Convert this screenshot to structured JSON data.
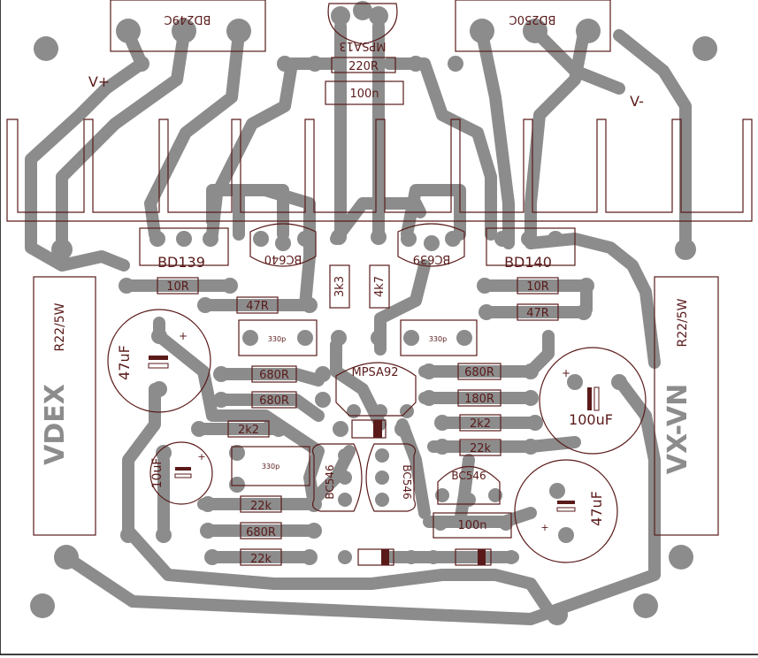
{
  "colors": {
    "background": "#ffffff",
    "trace": "#8c8c8c",
    "outline": "#5a1a1a",
    "border": "#000000"
  },
  "labels": {
    "bd249c": "BD249C",
    "bd250c": "BD250C",
    "mpsa13": "MPSA13",
    "r_220r": "220R",
    "c_100n_top": "100n",
    "v_plus": "V+",
    "v_minus": "V-",
    "bd139": "BD139",
    "bc640": "BC640",
    "bc639": "BC639",
    "bd140": "BD140",
    "r_10r_left": "10R",
    "r_10r_right": "10R",
    "r_47r_left": "47R",
    "r_47r_right": "47R",
    "r_3k3": "3k3",
    "r_4k7": "4k7",
    "c_330p_a": "330p",
    "c_330p_b": "330p",
    "c_330p_c": "330p",
    "r22_5w_left": "R22/5W",
    "r22_5w_right": "R22/5W",
    "c_47uf_left": "47uF",
    "c_47uf_right": "47uF",
    "r_680r_a": "680R",
    "r_680r_b": "680R",
    "r_680r_c": "680R",
    "r_680r_right": "680R",
    "mpsa92": "MPSA92",
    "r_180r": "180R",
    "c_100uf": "100uF",
    "r_2k2_left": "2k2",
    "r_2k2_right": "2k2",
    "r_22k_right": "22k",
    "r_22k_a": "22k",
    "r_22k_b": "22k",
    "c_10uf": "10uF",
    "bc546_a": "BC546",
    "bc546_b": "BC546",
    "bc546_c": "BC546",
    "c_100n_bottom": "100n",
    "brand_left": "VDEX",
    "brand_right": "VX-VN"
  }
}
